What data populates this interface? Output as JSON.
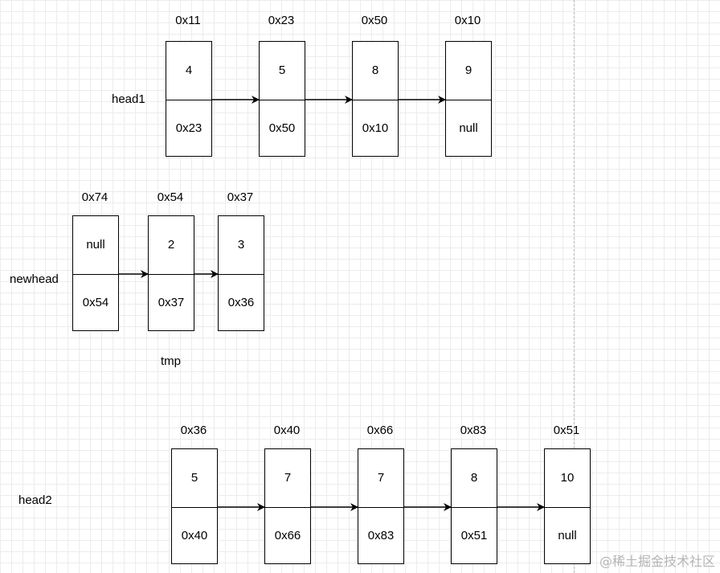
{
  "lists": [
    {
      "id": "head1",
      "label": "head1",
      "nodes": [
        {
          "address": "0x11",
          "value": "4",
          "next": "0x23"
        },
        {
          "address": "0x23",
          "value": "5",
          "next": "0x50"
        },
        {
          "address": "0x50",
          "value": "8",
          "next": "0x10"
        },
        {
          "address": "0x10",
          "value": "9",
          "next": "null"
        }
      ]
    },
    {
      "id": "newhead",
      "label": "newhead",
      "nodes": [
        {
          "address": "0x74",
          "value": "null",
          "next": "0x54"
        },
        {
          "address": "0x54",
          "value": "2",
          "next": "0x37"
        },
        {
          "address": "0x37",
          "value": "3",
          "next": "0x36"
        }
      ]
    },
    {
      "id": "head2",
      "label": "head2",
      "nodes": [
        {
          "address": "0x36",
          "value": "5",
          "next": "0x40"
        },
        {
          "address": "0x40",
          "value": "7",
          "next": "0x66"
        },
        {
          "address": "0x66",
          "value": "7",
          "next": "0x83"
        },
        {
          "address": "0x83",
          "value": "8",
          "next": "0x51"
        },
        {
          "address": "0x51",
          "value": "10",
          "next": "null"
        }
      ]
    }
  ],
  "pointers": {
    "tmp": "tmp"
  },
  "watermark": "@稀土掘金技术社区"
}
